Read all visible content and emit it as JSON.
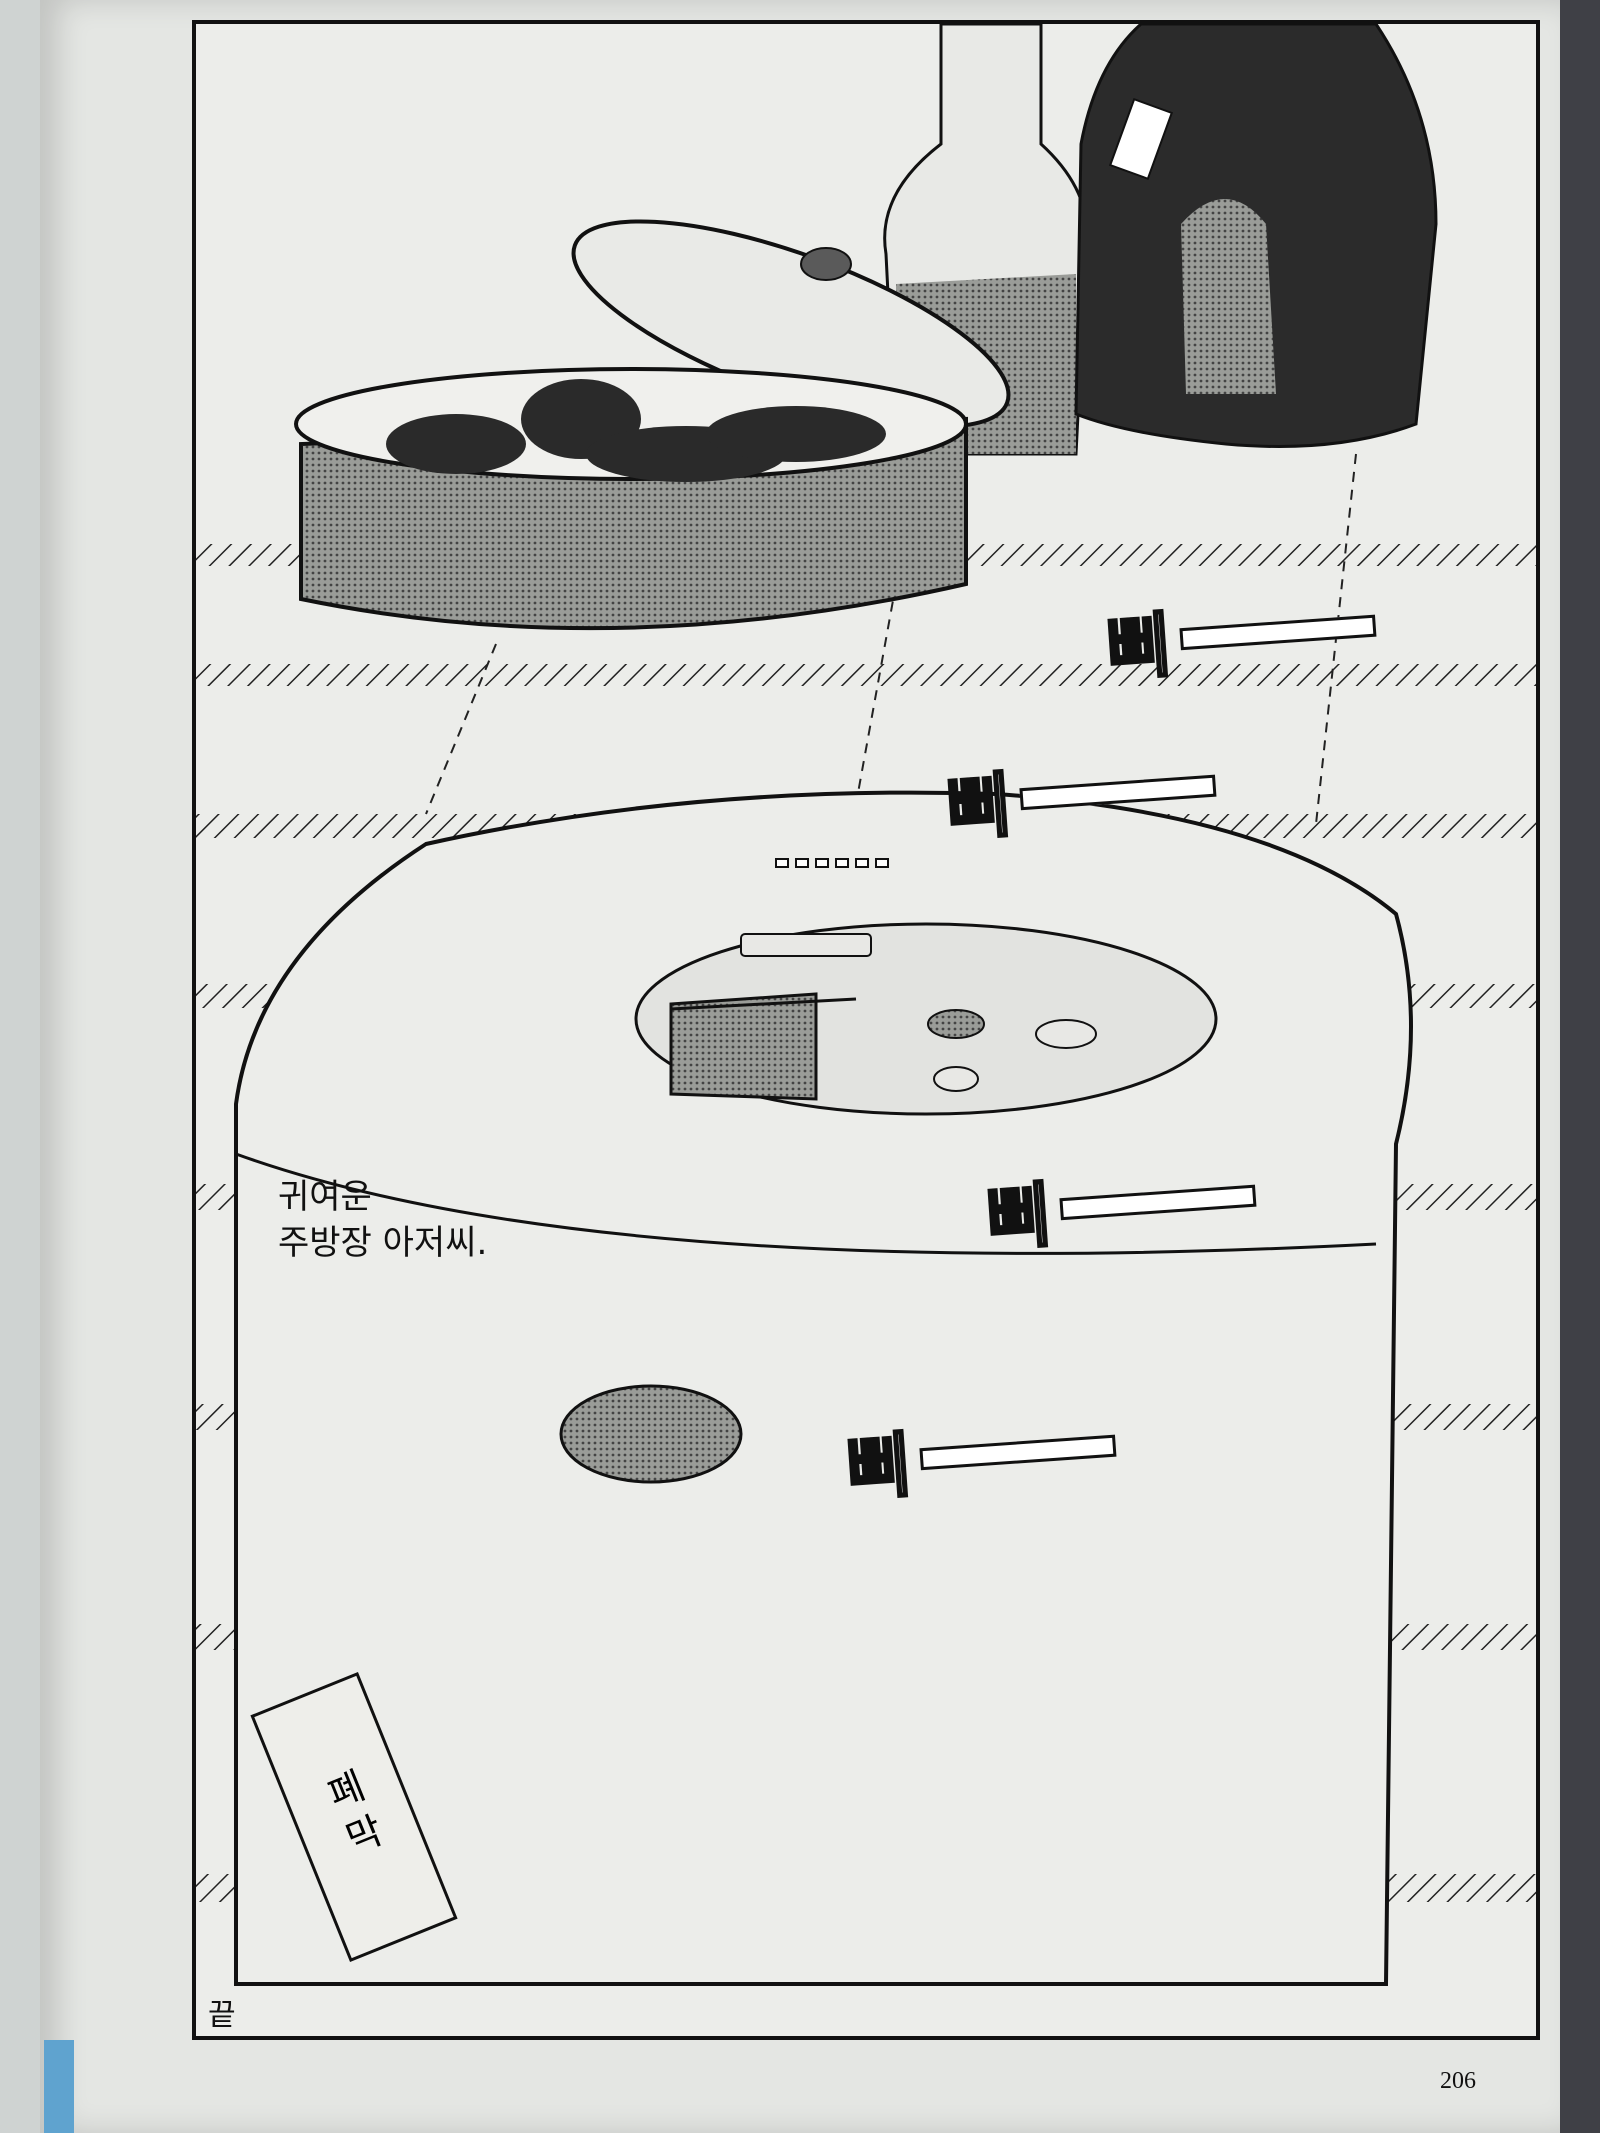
{
  "caption": "귀여운\n주방장 아저씨.",
  "tag_label": "폐막",
  "sound_effects": [
    "삐",
    "삐",
    "삐",
    "삐"
  ],
  "end_mark": "끝",
  "page_number": "206",
  "colors": {
    "paper": "#e4e6e3",
    "ink": "#111111",
    "tone": "#8e908d"
  }
}
